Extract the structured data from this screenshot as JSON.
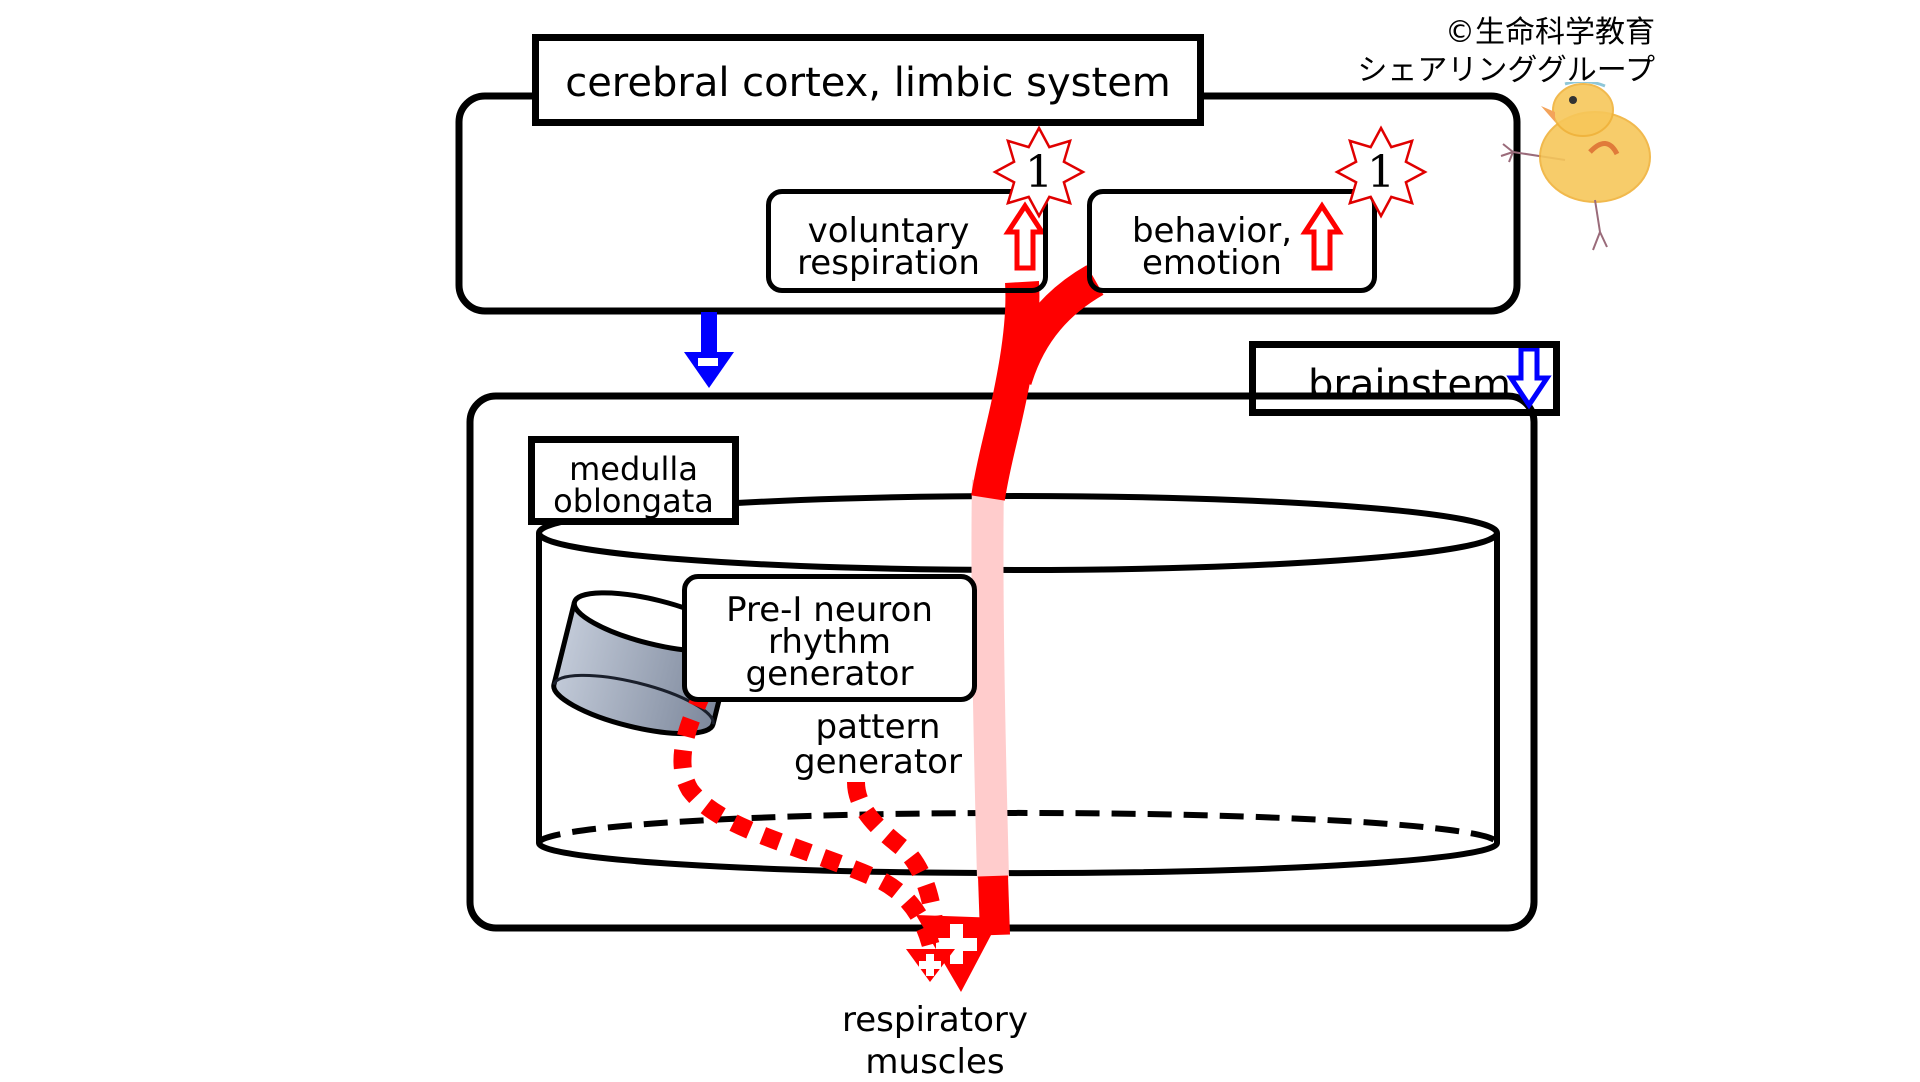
{
  "copyright": {
    "line1": "©生命科学教育",
    "line2": "シェアリンググループ"
  },
  "regions": {
    "cortex": {
      "label": "cerebral cortex, limbic system"
    },
    "voluntary": {
      "line1": "voluntary",
      "line2": "respiration",
      "indicator": "up-arrow"
    },
    "behavior": {
      "line1": "behavior,",
      "line2": "emotion",
      "indicator": "up-arrow"
    },
    "brainstem": {
      "label": "brainstem",
      "indicator": "down-arrow"
    },
    "medulla": {
      "line1": "medulla",
      "line2": "oblongata"
    },
    "pre_i": {
      "line1": "Pre-I neuron",
      "line2": "rhythm",
      "line3": "generator"
    },
    "pattern": {
      "line1": "pattern",
      "line2": "generator"
    },
    "target": {
      "line1": "respiratory",
      "line2": "muscles"
    }
  },
  "badges": [
    {
      "label": "1",
      "attached_to": "voluntary respiration"
    },
    {
      "label": "1",
      "attached_to": "behavior, emotion"
    }
  ],
  "pathways": [
    {
      "from": "cerebral cortex, limbic system",
      "to": "brainstem",
      "sign": "-",
      "color": "#0000ff"
    },
    {
      "from": "voluntary respiration / behavior, emotion",
      "to": "respiratory muscles",
      "sign": "+",
      "color": "#ff0000",
      "style": "solid-thick"
    },
    {
      "from": "pattern generator",
      "to": "respiratory muscles",
      "sign": "+",
      "color": "#ff0000",
      "style": "dotted"
    }
  ],
  "colors": {
    "excitatory": "#ff0000",
    "inhibitory": "#0000ff",
    "faded_path": "#ffcccc",
    "rhythm_cylinder": "#8f9bb0"
  }
}
